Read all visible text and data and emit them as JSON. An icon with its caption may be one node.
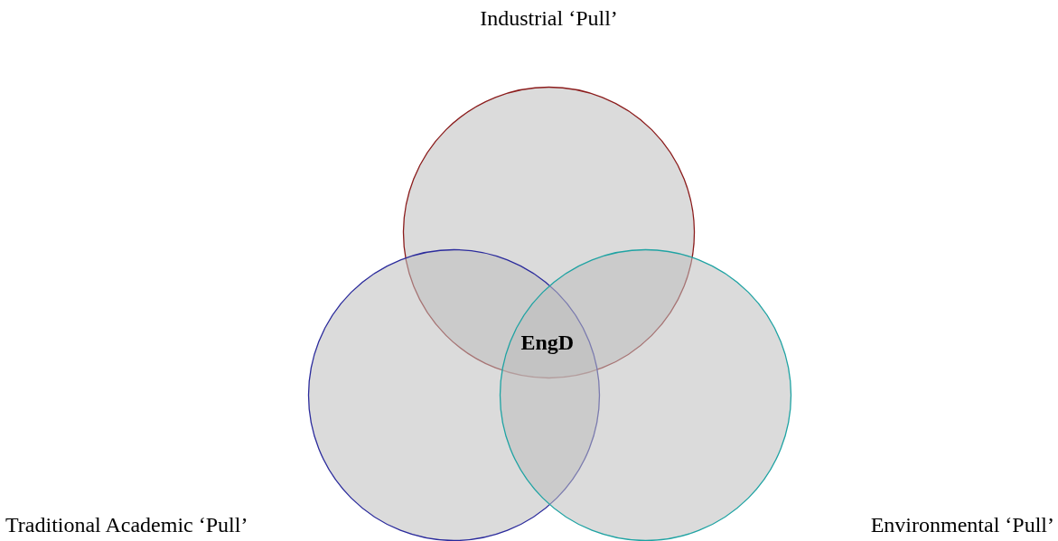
{
  "diagram": {
    "nodes": [
      {
        "text": [
          "Industrial ‘Pull’"
        ]
      },
      {
        "text": [
          "Traditional Academic ‘Pull’"
        ]
      },
      {
        "text": [
          "Environmental ‘Pull’"
        ]
      }
    ],
    "labels": [
      "EngD"
    ]
  }
}
